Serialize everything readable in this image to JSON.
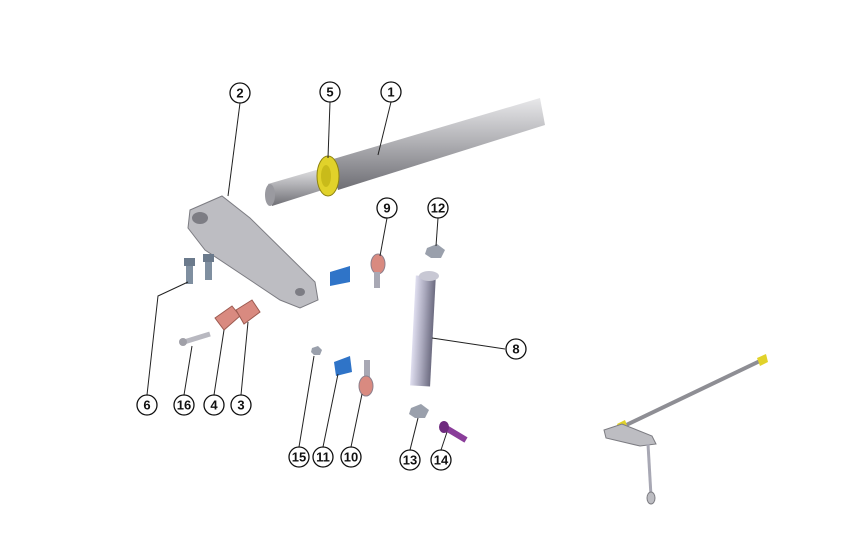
{
  "diagram": {
    "type": "exploded-parts-view",
    "callouts": [
      "1",
      "2",
      "3",
      "4",
      "5",
      "6",
      "8",
      "9",
      "10",
      "11",
      "12",
      "13",
      "14",
      "15",
      "16"
    ],
    "colors": {
      "steel": "#a9a9ae",
      "bushing_yellow": "#e1d22a",
      "spacer_blue": "#2f74c8",
      "clamp_red": "#d98a80",
      "bolt_purple": "#8a3d9a"
    }
  }
}
